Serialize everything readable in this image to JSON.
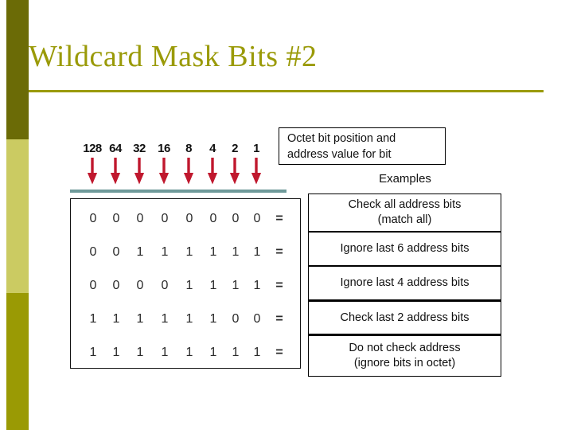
{
  "slide": {
    "title": "Wildcard Mask Bits #2",
    "accent_color": "#9A9A08",
    "band_top_color": "#6B6B06",
    "band_middle_color": "#CBCB62",
    "band_bottom_color": "#9A9A04",
    "arrow_color": "#C0182E",
    "octet_rule_color": "#6F9A9A"
  },
  "bit_header": {
    "labels": [
      "128",
      "64",
      "32",
      "16",
      "8",
      "4",
      "2",
      "1"
    ],
    "arrow_icon": "arrow-down-icon"
  },
  "callout": {
    "line1": "Octet bit position and",
    "line2": "address value for bit"
  },
  "examples_label": "Examples",
  "bit_table": {
    "equals_symbol": "=",
    "rows": [
      {
        "bits": [
          "0",
          "0",
          "0",
          "0",
          "0",
          "0",
          "0",
          "0"
        ]
      },
      {
        "bits": [
          "0",
          "0",
          "1",
          "1",
          "1",
          "1",
          "1",
          "1"
        ]
      },
      {
        "bits": [
          "0",
          "0",
          "0",
          "0",
          "1",
          "1",
          "1",
          "1"
        ]
      },
      {
        "bits": [
          "1",
          "1",
          "1",
          "1",
          "1",
          "1",
          "0",
          "0"
        ]
      },
      {
        "bits": [
          "1",
          "1",
          "1",
          "1",
          "1",
          "1",
          "1",
          "1"
        ]
      }
    ]
  },
  "examples": [
    {
      "line1": "Check all address bits",
      "line2": "(match all)"
    },
    {
      "line1": "Ignore last 6 address bits",
      "line2": ""
    },
    {
      "line1": "Ignore last 4 address bits",
      "line2": ""
    },
    {
      "line1": "Check last 2 address bits",
      "line2": ""
    },
    {
      "line1": "Do not check address",
      "line2": "(ignore bits in octet)"
    }
  ]
}
